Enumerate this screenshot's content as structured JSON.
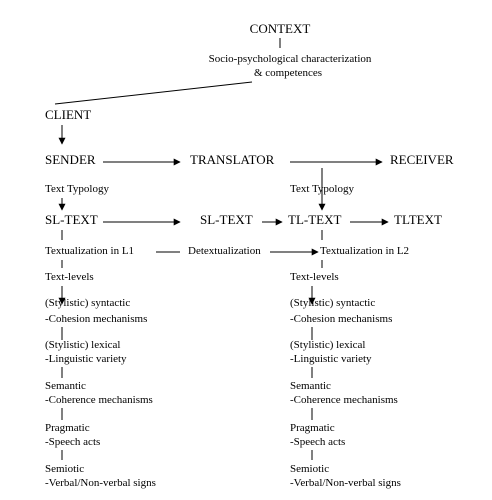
{
  "top": {
    "context": "CONTEXT",
    "socio_line1": "Socio-psychological characterization",
    "socio_line2": "& competences",
    "client": "CLIENT"
  },
  "row_main": {
    "sender": "SENDER",
    "translator": "TRANSLATOR",
    "receiver": "RECEIVER"
  },
  "text_typology": "Text Typology",
  "row_text": {
    "sl_text_1": "SL-TEXT",
    "sl_text_2": "SL-TEXT",
    "tl_text": "TL-TEXT",
    "tltext": "TLTEXT"
  },
  "textualization": {
    "l1": "Textualization  in L1",
    "detextualization": "Detextualization",
    "l2": "Textualization in L2"
  },
  "levels": {
    "text_levels": "Text-levels",
    "syntactic": "(Stylistic) syntactic",
    "cohesion": "-Cohesion mechanisms",
    "lexical": "(Stylistic) lexical",
    "linguistic": "-Linguistic variety",
    "semantic": "Semantic",
    "coherence": "-Coherence mechanisms",
    "pragmatic": "Pragmatic",
    "speech_acts": "-Speech acts",
    "semiotic": "Semiotic",
    "verbal": "-Verbal/Non-verbal signs"
  }
}
